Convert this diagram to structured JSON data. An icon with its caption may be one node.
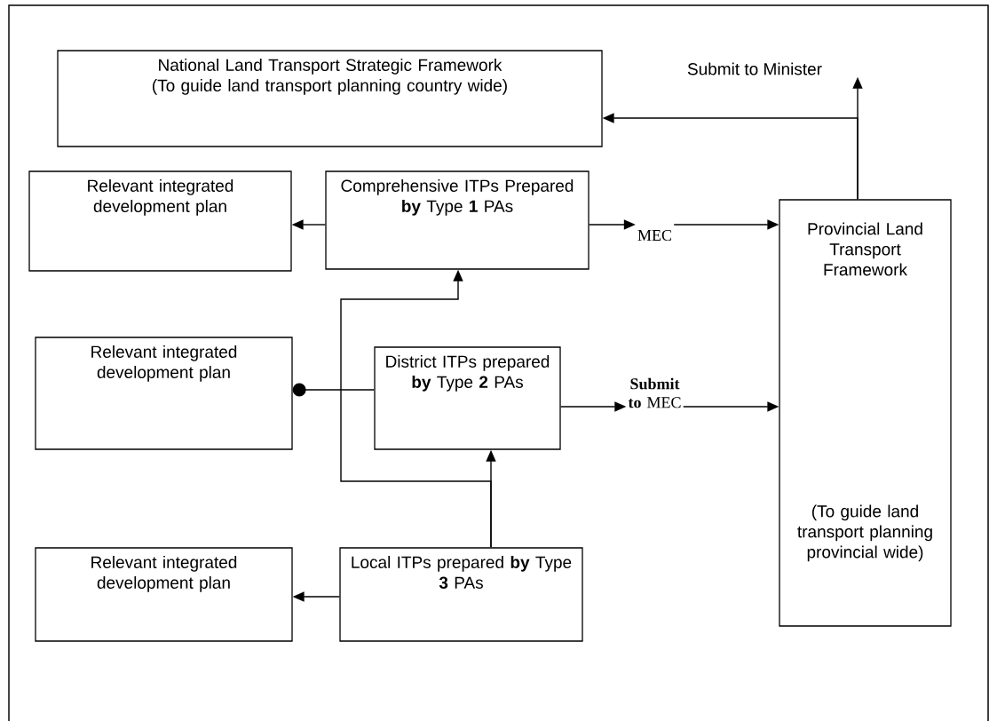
{
  "diagram": {
    "nodes": [
      {
        "text": [
          "National Land Transport Strategic Framework",
          "(To guide land transport planning country wide)"
        ]
      },
      {
        "text": [
          "Submit to Minister"
        ]
      },
      {
        "text": [
          "Relevant integrated development plan"
        ]
      },
      {
        "text": [
          "Comprehensive ITPs Prepared **by** Type **1** PAs"
        ]
      },
      {
        "text": [
          "MEC"
        ]
      },
      {
        "text": [
          "Relevant integrated development plan"
        ]
      },
      {
        "text": [
          "District ITPs prepared **by** Type **2** PAs"
        ]
      },
      {
        "text": [
          "**Submit to** MEC"
        ]
      },
      {
        "text": [
          "Provincial Land Transport Framework",
          "(To guide land transport planning provincial wide)"
        ]
      },
      {
        "text": [
          "Relevant integrated development plan"
        ]
      },
      {
        "text": [
          "Local ITPs prepared **by** Type **3** PAs"
        ]
      }
    ],
    "edges": [
      {
        "from": 3,
        "to": 2,
        "arrow": "to"
      },
      {
        "from": 3,
        "to": 4,
        "arrow": "to"
      },
      {
        "from": 4,
        "to": 8,
        "arrow": "to"
      },
      {
        "from": 6,
        "to": 5,
        "arrow": "other"
      },
      {
        "from": 6,
        "to": 7,
        "arrow": "to"
      },
      {
        "from": 7,
        "to": 8,
        "arrow": "to"
      },
      {
        "from": 10,
        "to": 6,
        "arrow": "to"
      },
      {
        "from": 10,
        "to": 3,
        "arrow": "to"
      },
      {
        "from": 10,
        "to": 9,
        "arrow": "to"
      },
      {
        "from": 8,
        "to": 1,
        "arrow": "to"
      },
      {
        "from": 8,
        "to": 0,
        "arrow": "to"
      }
    ]
  }
}
